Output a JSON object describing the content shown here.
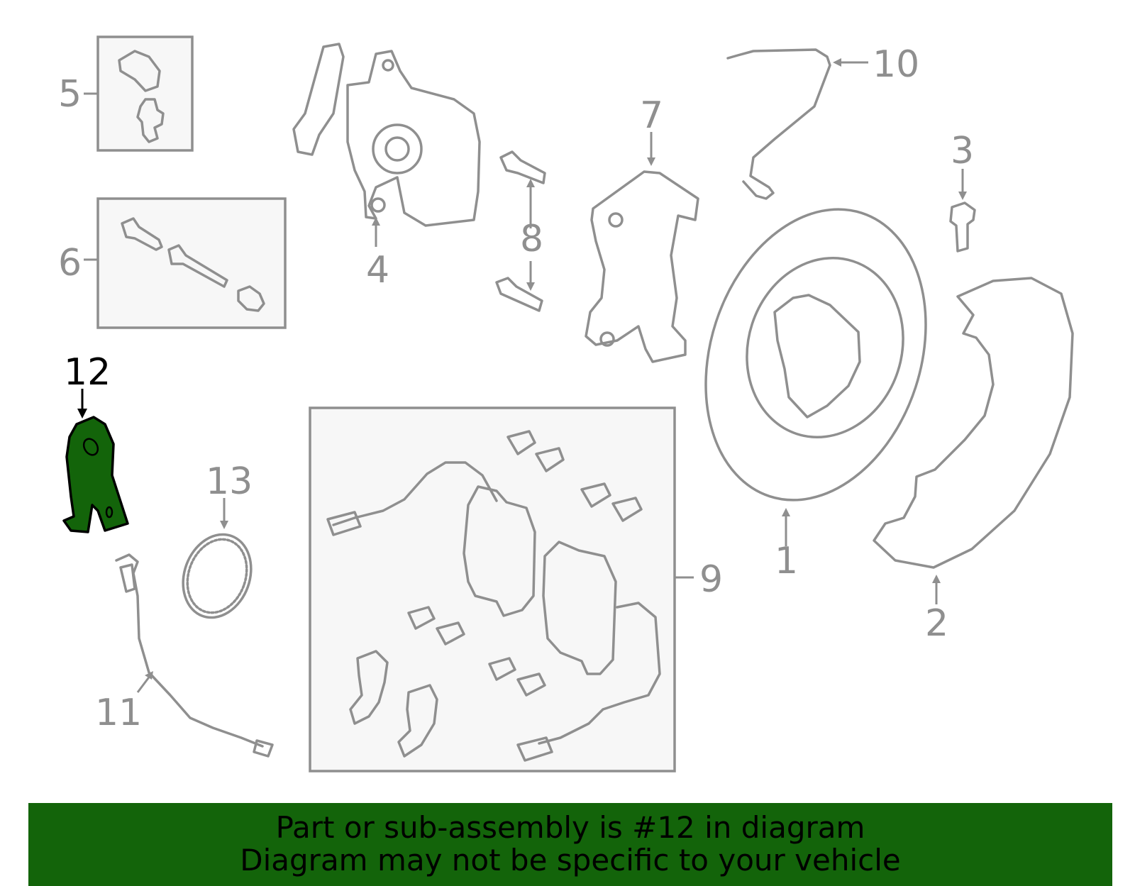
{
  "diagram": {
    "callouts": {
      "c1": "1",
      "c2": "2",
      "c3": "3",
      "c4": "4",
      "c5": "5",
      "c6": "6",
      "c7": "7",
      "c8": "8",
      "c9": "9",
      "c10": "10",
      "c11": "11",
      "c12": "12",
      "c13": "13"
    },
    "highlight_part": "12",
    "colors": {
      "line": "#8f8f8f",
      "highlight_fill": "#13640a",
      "highlight_label": "#000000",
      "box_fill": "#f7f7f7",
      "banner_bg": "#13640a"
    }
  },
  "banner": {
    "line1": "Part or sub-assembly is #12 in diagram",
    "line2": "Diagram may not be specific to your vehicle"
  }
}
